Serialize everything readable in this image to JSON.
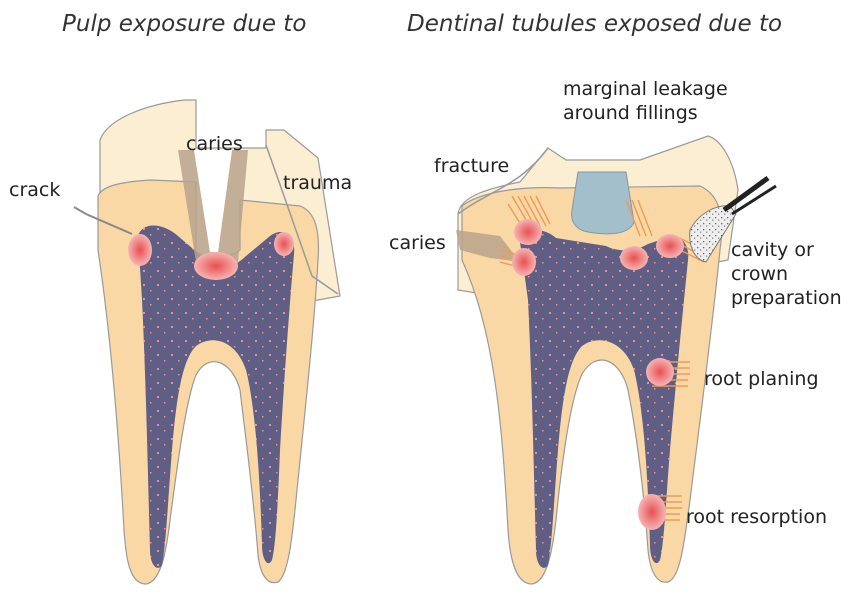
{
  "headings": {
    "left": "Pulp exposure due to",
    "right": "Dentinal tubules exposed due to"
  },
  "left_tooth_labels": {
    "caries": "caries",
    "crack": "crack",
    "trauma": "trauma"
  },
  "right_tooth_labels": {
    "marginal_leakage": [
      "marginal leakage",
      "around fillings"
    ],
    "fracture": "fracture",
    "caries": "caries",
    "cavity_prep": [
      "cavity or",
      "crown",
      "preparation"
    ],
    "root_planing": "root planing",
    "root_resorption": "root resorption"
  },
  "colors": {
    "enamel": "#fbeed3",
    "dentin": "#fad8a6",
    "pulp": "#5f5f85",
    "pink": "#f08f8f",
    "red_spot": "#ea6868",
    "tubule_orange": "#ef9a55",
    "filling": "#a3bfcb",
    "caries_brown": "#b8a38c",
    "outline": "#8a8a8a"
  }
}
